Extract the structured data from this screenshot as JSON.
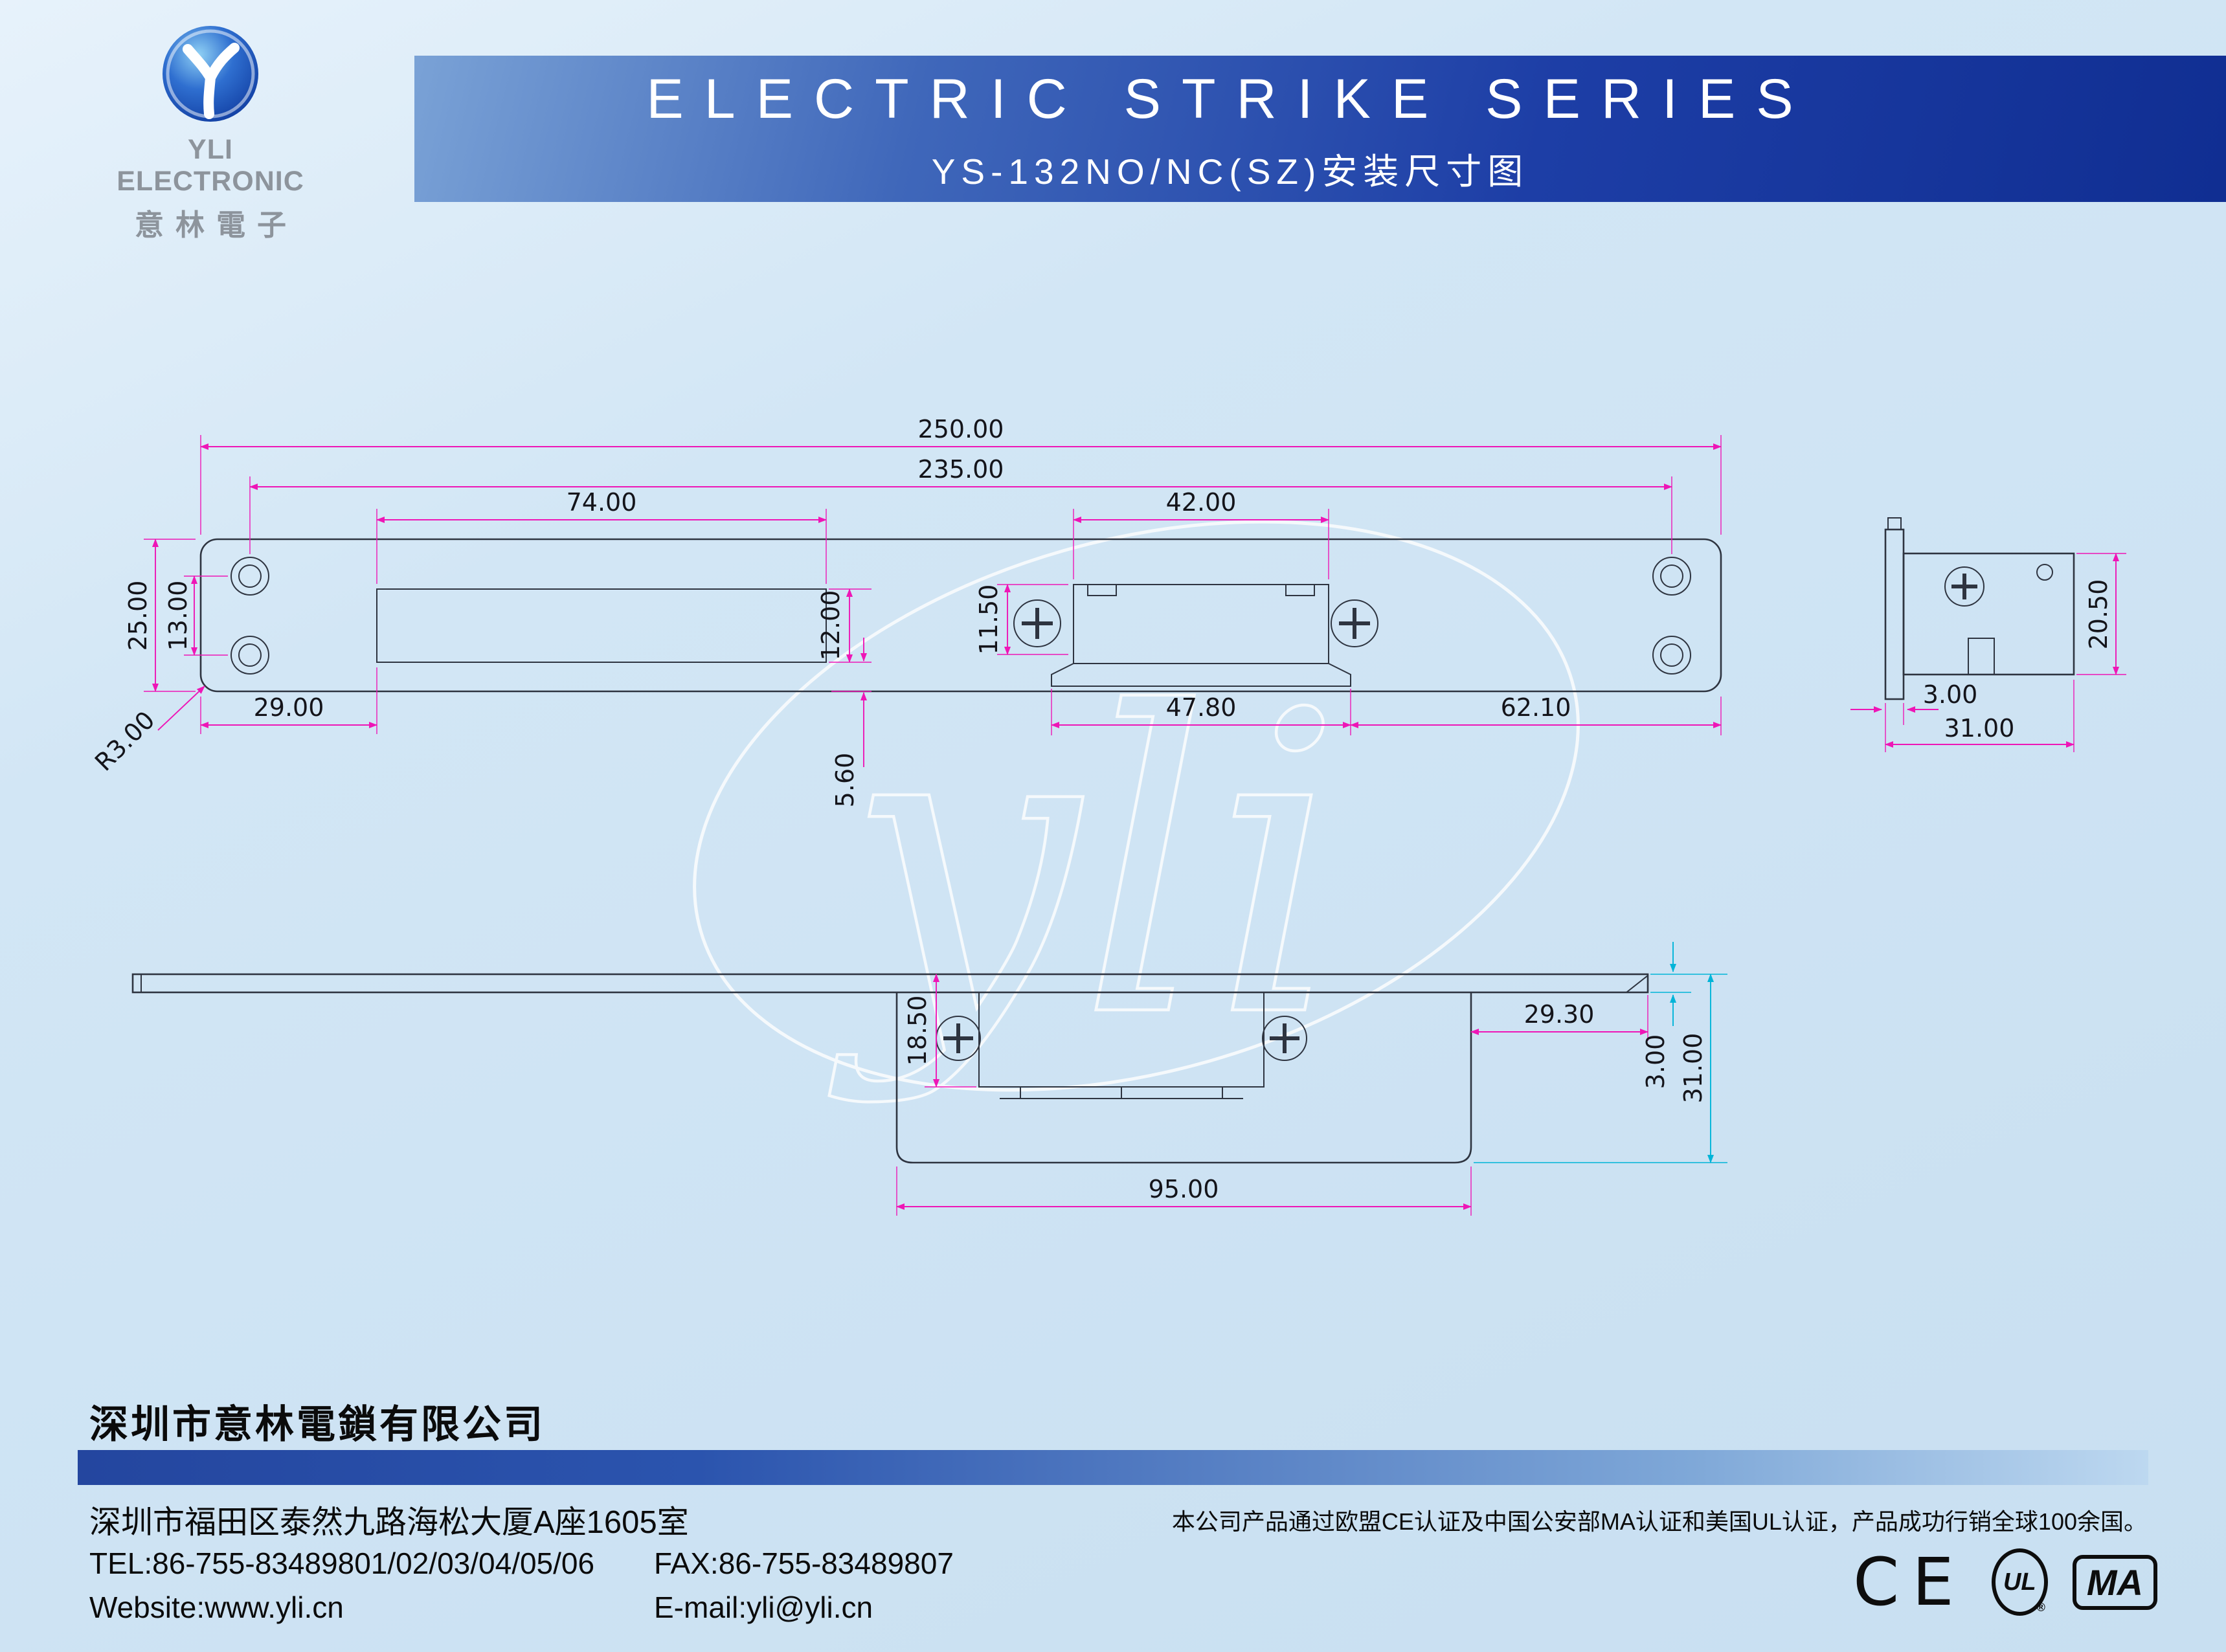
{
  "header": {
    "brand": "YLI ELECTRONIC",
    "brand_cn": "意林電子",
    "title": "ELECTRIC STRIKE SERIES",
    "subtitle": "YS-132NO/NC(SZ)安装尺寸图"
  },
  "watermark": "yli",
  "dims": {
    "front": {
      "d250": "250.00",
      "d235": "235.00",
      "d74": "74.00",
      "d42": "42.00",
      "d25": "25.00",
      "d13": "13.00",
      "d29": "29.00",
      "r3": "R3.00",
      "d12": "12.00",
      "d115": "11.50",
      "d56": "5.60",
      "d478": "47.80",
      "d621": "62.10"
    },
    "side": {
      "d205": "20.50",
      "d3": "3.00",
      "d31": "31.00"
    },
    "plan": {
      "d185": "18.50",
      "d293": "29.30",
      "d3": "3.00",
      "d31": "31.00",
      "d95": "95.00"
    }
  },
  "footer": {
    "company": "深圳市意林電鎖有限公司",
    "address": "深圳市福田区泰然九路海松大厦A座1605室",
    "tel": "TEL:86-755-83489801/02/03/04/05/06",
    "fax": "FAX:86-755-83489807",
    "website": "Website:www.yli.cn",
    "email": "E-mail:yli@yli.cn",
    "note": "本公司产品通过欧盟CE认证及中国公安部MA认证和美国UL认证，产品成功行销全球100余国。",
    "cert_ce": "CE",
    "cert_ul": "UL",
    "cert_ma": "MA"
  }
}
